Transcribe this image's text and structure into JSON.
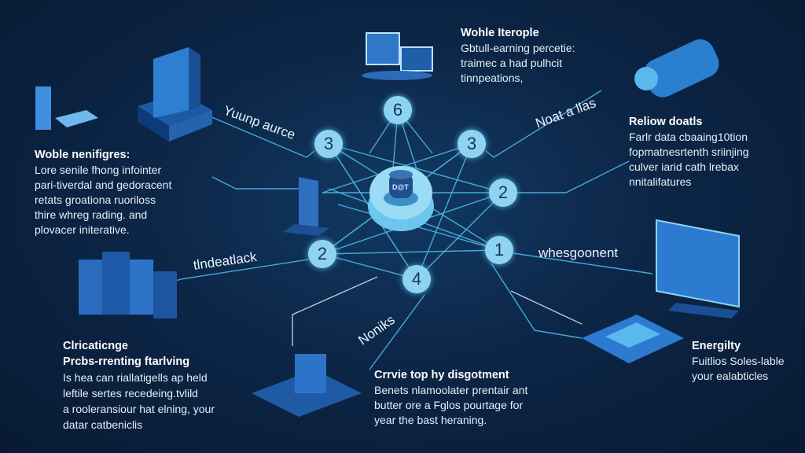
{
  "hub": {
    "label": "D@T"
  },
  "nodes": [
    "6",
    "3",
    "3",
    "2",
    "1",
    "2",
    "4"
  ],
  "edge_labels": {
    "top_left": "Yuunp aurce",
    "top_right": "Noat a llas",
    "mid_left": "tlndeatlack",
    "mid_right": "whesgoonent",
    "bottom": "Noniks"
  },
  "blocks": {
    "left": {
      "title": "Woble nenifigres:",
      "lines": [
        "Lore senile fhong infointer",
        "pari-tiverdal and gedoracent",
        "retats groationa ruoriloss",
        "thire whreg rading. and",
        "plovacer initerative."
      ]
    },
    "top": {
      "title": "Wohle Iterople",
      "lines": [
        "Gbtull-earning percetie:",
        "traimec a had pulhcit",
        "tinnpeations,"
      ]
    },
    "right": {
      "title": "Reliow doatls",
      "lines": [
        "Farlr data cbaaing10tion",
        "fopmatnesrtenth sriinjing",
        "culver iarid cath lrebax",
        "nnitalifatures"
      ]
    },
    "bottom_left": {
      "title": "Clricaticnge",
      "title2": "Prcbs-rrenting ftarlving",
      "lines": [
        "Is hea can riallatigells ap held",
        "leftile sertes recedeing.tvlild",
        "a rooleransiour hat elning, your",
        "datar catbeniclis"
      ]
    },
    "bottom": {
      "title": "Crrvie top hy disgotment",
      "lines": [
        "Benets nlamoolater prentair ant",
        "butter ore a Fglos pourtage for",
        "year the bast heraning."
      ]
    },
    "bottom_right": {
      "title": "Energilty",
      "lines": [
        "Fuitlios Soles-lable",
        "your ealabticles"
      ]
    }
  },
  "colors": {
    "background": "#0c2647",
    "accent": "#5ec4ef",
    "node": "#8fd3f2"
  }
}
